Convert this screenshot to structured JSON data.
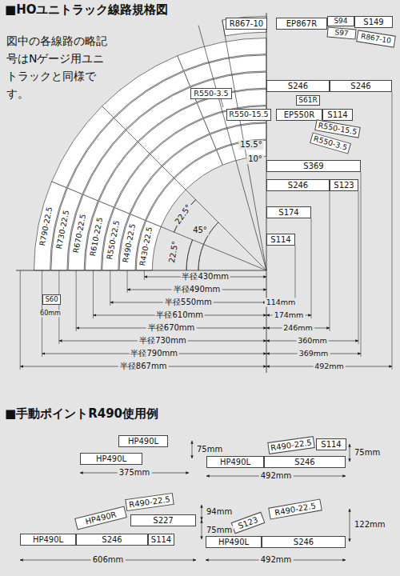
{
  "diagram": {
    "title": "■HOユニトラック線路規格図",
    "nodes": [
      {
        "text": [
          "R867-10"
        ]
      },
      {
        "text": [
          "EP867R"
        ]
      },
      {
        "text": [
          "S94"
        ]
      },
      {
        "text": [
          "S149"
        ]
      },
      {
        "text": [
          "S97"
        ]
      },
      {
        "text": [
          "R867-10"
        ]
      },
      {
        "text": [
          "S246"
        ]
      },
      {
        "text": [
          "S246"
        ]
      },
      {
        "text": [
          "R550-3.5"
        ]
      },
      {
        "text": [
          "S61R"
        ]
      },
      {
        "text": [
          "R550-15.5"
        ]
      },
      {
        "text": [
          "EP550R"
        ]
      },
      {
        "text": [
          "S114"
        ]
      },
      {
        "text": [
          "R550-15.5"
        ]
      },
      {
        "text": [
          "R550-3.5"
        ]
      },
      {
        "text": [
          "S369"
        ]
      },
      {
        "text": [
          "S246"
        ]
      },
      {
        "text": [
          "S123"
        ]
      },
      {
        "text": [
          "S174"
        ]
      },
      {
        "text": [
          "S114"
        ]
      },
      {
        "text": [
          "S60"
        ]
      },
      {
        "text": [
          "HP490L"
        ]
      },
      {
        "text": [
          "HP490L"
        ]
      },
      {
        "text": [
          "R490-22.5"
        ]
      },
      {
        "text": [
          "S114"
        ]
      },
      {
        "text": [
          "HP490L"
        ]
      },
      {
        "text": [
          "S246"
        ]
      },
      {
        "text": [
          "HP490R"
        ]
      },
      {
        "text": [
          "R490-22.5"
        ]
      },
      {
        "text": [
          "S227"
        ]
      },
      {
        "text": [
          "HP490L"
        ]
      },
      {
        "text": [
          "S246"
        ]
      },
      {
        "text": [
          "S114"
        ]
      },
      {
        "text": [
          "S123"
        ]
      },
      {
        "text": [
          "R490-22.5"
        ]
      },
      {
        "text": [
          "HP490L"
        ]
      },
      {
        "text": [
          "S246"
        ]
      }
    ],
    "labels": [
      "図中の各線路の略記号はNゲージ用ユニトラックと同様です。",
      "R790-22.5",
      "R730-22.5",
      "R670-22.5",
      "R610-22.5",
      "R550-22.5",
      "R490-22.5",
      "R430-22.5",
      "22.5°",
      "45°",
      "22.5°",
      "15.5°",
      "10°",
      "半径430mm",
      "半径490mm",
      "半径550mm",
      "114mm",
      "半径610mm",
      "174mm",
      "半径670mm",
      "246mm",
      "半径730mm",
      "360mm",
      "半径790mm",
      "369mm",
      "半径867mm",
      "492mm",
      "60mm",
      "■手動ポイントR490使用例",
      "75mm",
      "375mm",
      "75mm",
      "492mm",
      "94mm",
      "75mm",
      "606mm",
      "122mm",
      "492mm"
    ]
  }
}
